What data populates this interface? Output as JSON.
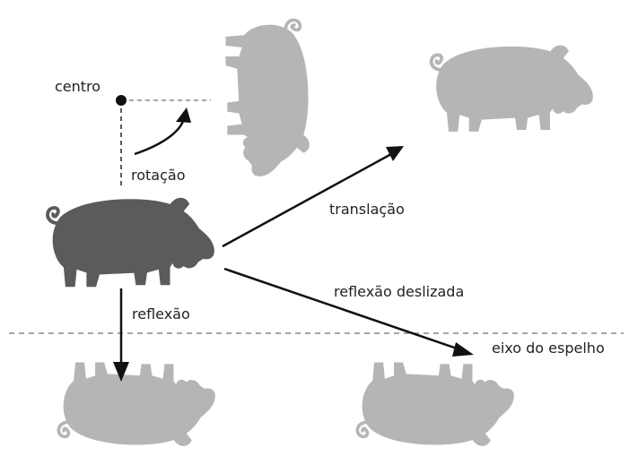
{
  "labels": {
    "centro": "centro",
    "rotacao": "rotação",
    "translacao": "translação",
    "reflexao": "reflexão",
    "reflexao_deslizada": "reflexão deslizada",
    "eixo_do_espelho": "eixo do espelho"
  },
  "colors": {
    "original_pig": "#5b5b5b",
    "transformed_pig": "#b5b5b5",
    "lines": "#111111",
    "dashed": "#888888",
    "text": "#222222"
  }
}
